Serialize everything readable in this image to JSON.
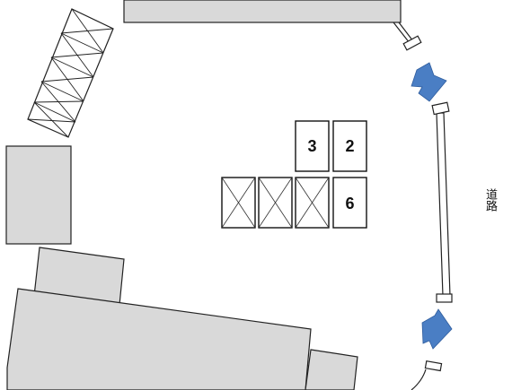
{
  "site_plan": {
    "parking_slots": [
      {
        "id": "slot-3",
        "label": "3"
      },
      {
        "id": "slot-2",
        "label": "2"
      },
      {
        "id": "slot-6",
        "label": "6"
      }
    ],
    "blocked_slots_count": 3,
    "road_label": "道路",
    "colors": {
      "building_fill": "#d9d9d9",
      "arrow_fill": "#4a7ec4",
      "outline": "#222222"
    },
    "icons": {
      "entry_arrow": "blue-arrow-icon",
      "blocked_slot": "cross-box-icon"
    }
  }
}
